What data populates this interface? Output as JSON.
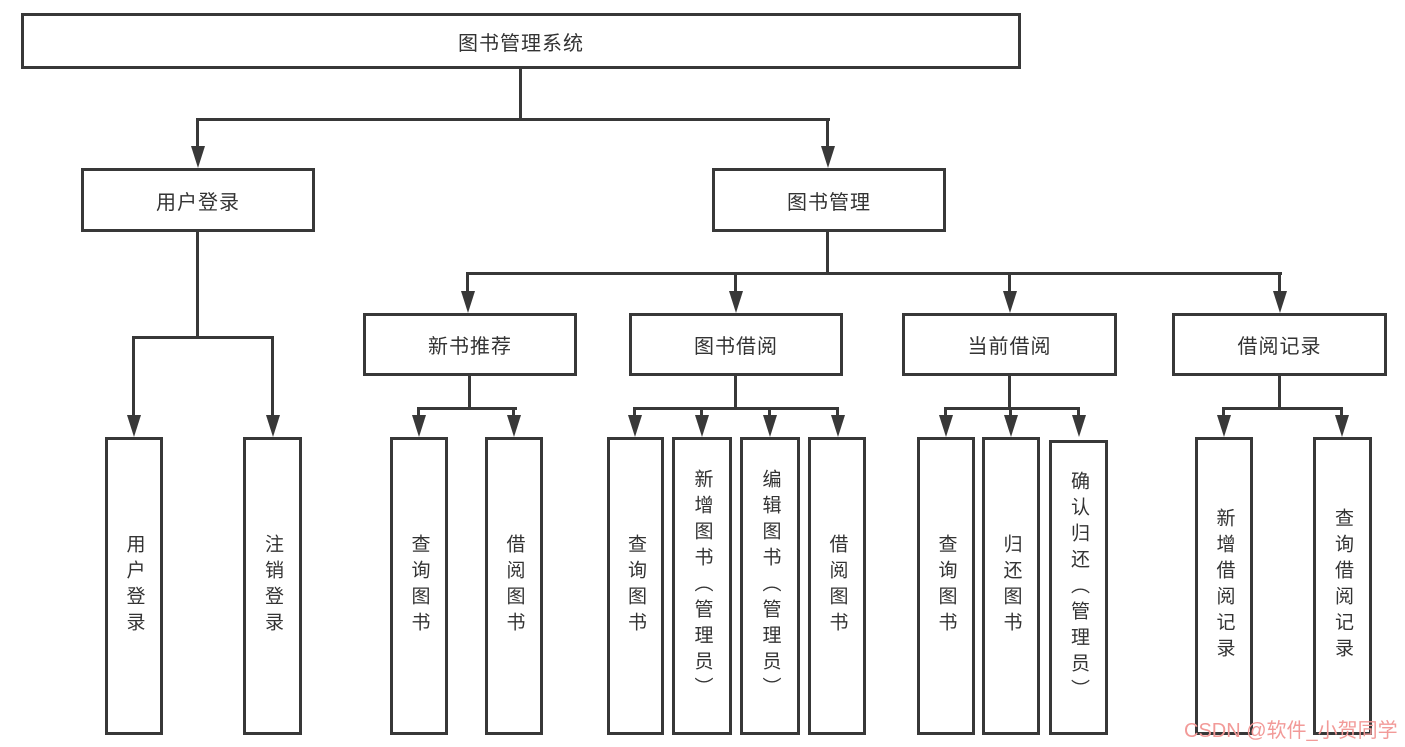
{
  "tree": {
    "root": {
      "label": "图书管理系统"
    },
    "branches": [
      {
        "label": "用户登录",
        "leaves": [
          {
            "label": "用户登录"
          },
          {
            "label": "注销登录"
          }
        ]
      },
      {
        "label": "图书管理",
        "groups": [
          {
            "label": "新书推荐",
            "leaves": [
              {
                "label": "查询图书"
              },
              {
                "label": "借阅图书"
              }
            ]
          },
          {
            "label": "图书借阅",
            "leaves": [
              {
                "label": "查询图书"
              },
              {
                "label": "新增图书（管理员）"
              },
              {
                "label": "编辑图书（管理员）"
              },
              {
                "label": "借阅图书"
              }
            ]
          },
          {
            "label": "当前借阅",
            "leaves": [
              {
                "label": "查询图书"
              },
              {
                "label": "归还图书"
              },
              {
                "label": "确认归还（管理员）"
              }
            ]
          },
          {
            "label": "借阅记录",
            "leaves": [
              {
                "label": "新增借阅记录"
              },
              {
                "label": "查询借阅记录"
              }
            ]
          }
        ]
      }
    ]
  },
  "colors": {
    "line": "#383838",
    "text": "#333333",
    "watermark": "#f29a98"
  },
  "watermark": {
    "text": "CSDN @软件_小贺同学"
  }
}
